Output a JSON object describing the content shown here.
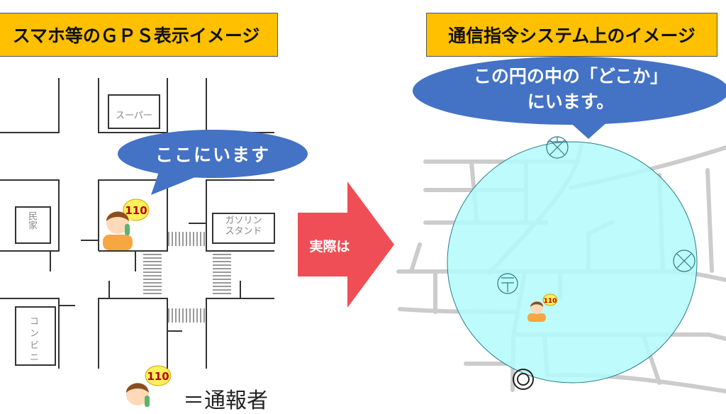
{
  "left_panel": {
    "title": "スマホ等のＧＰＳ表示イメージ",
    "bubble_text": "ここにいます",
    "map_labels": {
      "supermarket": "スーパー",
      "house": "民家",
      "gas_station_line1": "ガソリン",
      "gas_station_line2": "スタンド",
      "convenience_store": "コンビニ"
    },
    "legend_text": "＝通報者",
    "badge": "110"
  },
  "arrow": {
    "label": "実際は",
    "color": "#F04E56"
  },
  "right_panel": {
    "title": "通信指令システム上のイメージ",
    "bubble_line1": "この円の中の「どこか」",
    "bubble_line2": "にいます。",
    "badge": "110"
  },
  "colors": {
    "title_bg": "#FFC000",
    "bubble": "#4472C4",
    "circle": "#B3FAFC"
  }
}
